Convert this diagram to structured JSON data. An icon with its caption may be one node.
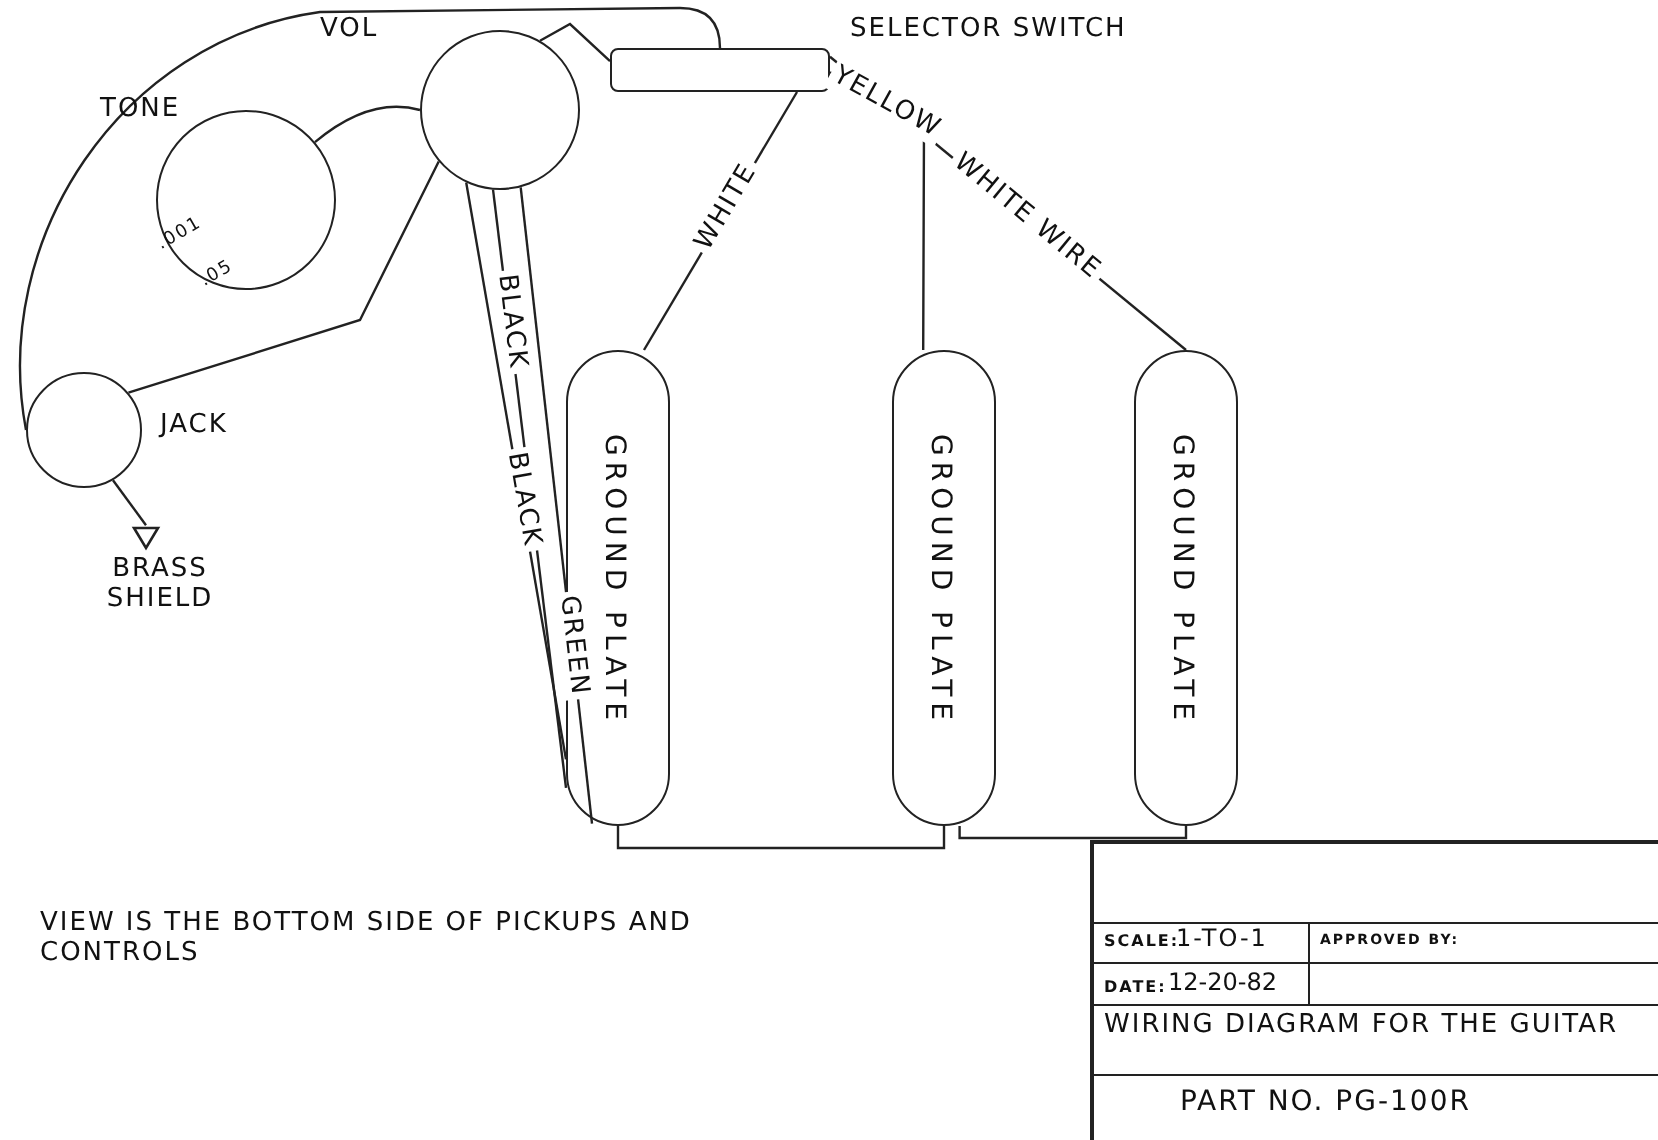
{
  "diagram": {
    "nodes": [
      {
        "text": [
          "TONE"
        ]
      },
      {
        "text": [
          "VOL"
        ]
      },
      {
        "text": [
          "JACK"
        ]
      },
      {
        "text": [
          "SELECTOR SWITCH"
        ]
      },
      {
        "text": [
          "GROUND PLATE"
        ]
      },
      {
        "text": [
          "GROUND PLATE"
        ]
      },
      {
        "text": [
          "GROUND PLATE"
        ]
      },
      {
        "text": [
          "BRASS SHIELD"
        ]
      }
    ],
    "edges": [
      {
        "from": 4,
        "to": 3,
        "arrow": "none",
        "label": "WHITE"
      },
      {
        "from": 5,
        "to": 3,
        "arrow": "none",
        "label": "YELLOW"
      },
      {
        "from": 6,
        "to": 3,
        "arrow": "none",
        "label": "WHITE WIRE"
      },
      {
        "from": 1,
        "to": 3,
        "arrow": "none"
      },
      {
        "from": 1,
        "to": 4,
        "arrow": "none",
        "label": "BLACK"
      },
      {
        "from": 1,
        "to": 4,
        "arrow": "none",
        "label": "BLACK"
      },
      {
        "from": 1,
        "to": 4,
        "arrow": "none",
        "label": "GREEN"
      },
      {
        "from": 4,
        "to": 5,
        "arrow": "none"
      },
      {
        "from": 5,
        "to": 6,
        "arrow": "none"
      },
      {
        "from": 0,
        "to": 1,
        "arrow": "none"
      },
      {
        "from": 2,
        "to": 1,
        "arrow": "none"
      },
      {
        "from": 2,
        "to": 7,
        "arrow": "none"
      },
      {
        "from": 2,
        "to": 3,
        "arrow": "none"
      }
    ],
    "labels": [
      ".001",
      ".05",
      "VIEW IS THE BOTTOM SIDE OF PICKUPS AND CONTROLS",
      "SCALE:",
      "1-TO-1",
      "APPROVED BY:",
      "DATE:",
      "12-20-82",
      "WIRING DIAGRAM FOR THE GUITAR",
      "PART NO. PG-100R"
    ]
  }
}
